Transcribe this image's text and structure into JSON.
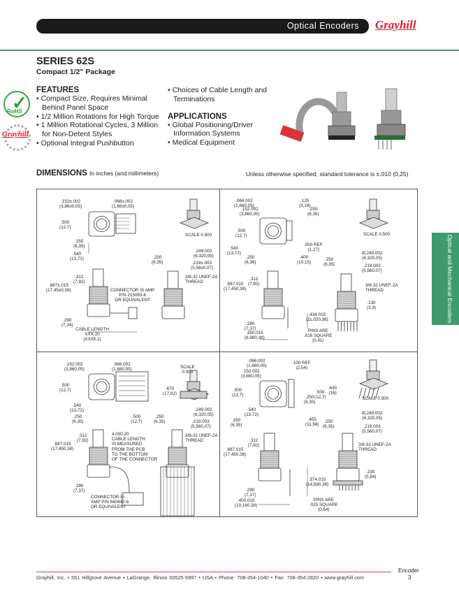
{
  "header": {
    "title": "Optical Encoders",
    "logo": "Grayhill"
  },
  "series": {
    "title": "SERIES 62S",
    "subtitle": "Compact 1/2\" Package"
  },
  "badges": {
    "rohs": "RoHS",
    "gear_logo": "Grayhill"
  },
  "features": {
    "heading": "FEATURES",
    "items": [
      "Compact Size, Requires Minimal Behind Panel Space",
      "1/2 Million Rotations for High Torque",
      "1 Million Rotational Cycles, 3 Million for Non-Detent Styles",
      "Optional Integral Pushbutton",
      "Choices of Cable Length and Terminations"
    ]
  },
  "applications": {
    "heading": "APPLICATIONS",
    "items": [
      "Global Positioning/Driver Information Systems",
      "Medical Equipment"
    ]
  },
  "dimensions": {
    "heading": "DIMENSIONS",
    "subheading": "In inches (and millimeters)",
    "tolerance": "Unless otherwise specified, standard tolerance is ±.010 (0,25)"
  },
  "side_tab": "Optical and Mechanical Encoders",
  "drawings": {
    "q1": [
      ".152±.002\n(3,86±0,05)",
      ".066±.002\n(1,68±0,05)",
      ".500\n(12,7)",
      ".250\n(6,35)",
      ".540\n(13,72)",
      "SCALE  0.500",
      ".250\n(6,35)",
      ".249.002\n(6,320,05)",
      ".219±.003\n(5,56±0,07)",
      "3/8-32 UNEF-2A\nTHREAD",
      ".312\n(7,92)",
      ".687±.015\n(17,45±0,38)",
      "CONNECTOR IS AMP\nP/N 215083-6\nOR EQUIVALENT",
      ".290\n(7,34)",
      "CABLE LENGTH\nXXX.20\n(XXX5,1)"
    ],
    "q2": [
      ".066.002\n(1,680,05)",
      ".152.002\n(3,860,05)",
      ".125\n(3,18)",
      ".250\n(6,35)",
      ".500\n(12,7)",
      ".050 REF.\n(1,27)",
      ".540\n(13,72)",
      ".250\n(6,36)",
      ".400\n(10,15)",
      "SCALE 0.500",
      "Ø.249.002\n(6,320,05)",
      ".250\n(6,35)",
      ".219.003\n(5,560,07)",
      ".312\n(7,92)",
      ".687.015\n(17,450,38)",
      "3/8-32 UNEF-2A\nTHREAD",
      ".130\n(3,3)",
      ".434.015\n(11,020,38)",
      ".290\n(7,37)",
      "PINS ARE\n.016 SQUARE\n(0,41)",
      ".350.015\n(8,880,38)"
    ],
    "q3": [
      ".152.002\n(3,860,05)",
      ".066.002\n(1,680,05)",
      "SCALE\n0.500",
      ".500\n(12,7)",
      ".670\n(17,02)",
      ".540\n(13,72)",
      ".249.002\n(6,320,05)",
      ".250\n(6,35)",
      ".500\n(12,7)",
      ".250\n(6,35)",
      ".219.003\n(5,560,07)",
      ".312\n(7,92)",
      "4.000.20\nCABLE LENGTH\nIS MEASURED\nFROM THE PCB\nTO THE BOTTOM\nOF THE CONNECTOR",
      "3/8-32 UNEF-2A\nTHREAD",
      ".687.015\n(17,450,38)",
      ".290\n(7,37)",
      "CONNECTOR IS\nAMP P/N 640442-6\nOR EQUIVALENT"
    ],
    "q4": [
      ".066.002\n(1,680,05)",
      ".100 REF.\n(2,54)",
      ".152.002\n(3,860,05)",
      ".500\n(12,7)",
      ".630\n(16)",
      ".500\n(12,7)",
      ".250\n(6,35)",
      "SCALE 0.500",
      ".540\n(13,72)",
      "Ø.249.002\n(6,320,05)",
      ".250\n(6,35)",
      ".455\n(11,56)",
      ".250\n(6,35)",
      ".219.003\n(5,560,07)",
      ".312\n(7,92)",
      "3/8-32 UNEF-2A\nTHREAD",
      ".687.015\n(17,450,38)",
      ".230\n(5,84)",
      ".574.015\n(14,580,38)",
      ".290\n(7,37)",
      "PINS ARE\n.025 SQUARE\n(0,64)",
      ".400.015\n(10,160,38)"
    ]
  },
  "footer": {
    "address": "Grayhill, Inc. • 561 Hillgrove Avenue • LaGrange, Illinois  60525-5997 • USA • Phone: 708-354-1040 • Fax: 708-354-2820 • www.grayhill.com",
    "section": "Encoder",
    "page": "3"
  },
  "colors": {
    "accent_green": "#3e9b6e",
    "brand_red": "#d81e2c",
    "header_black": "#1a1a1a"
  }
}
